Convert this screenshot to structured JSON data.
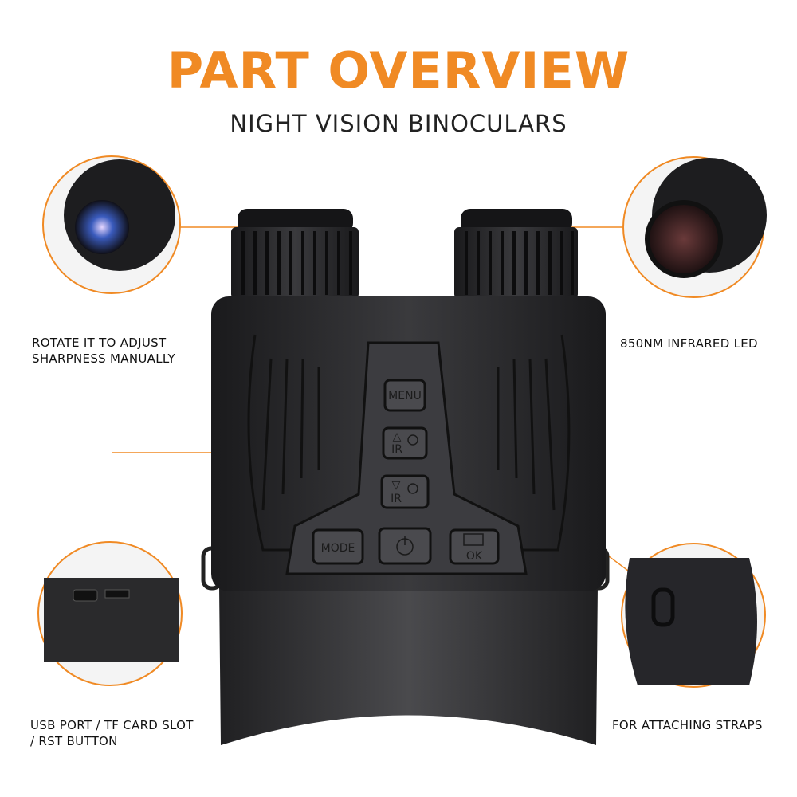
{
  "header": {
    "title": "PART OVERVIEW",
    "subtitle": "NIGHT VISION BINOCULARS"
  },
  "callouts": {
    "focus_ring": {
      "line1": "ROTATE IT TO ADJUST",
      "line2": "SHARPNESS MANUALLY"
    },
    "infrared_led": {
      "line1": "850NM INFRARED LED"
    },
    "ports": {
      "line1": "USB PORT / TF CARD SLOT",
      "line2": "/ RST BUTTON"
    },
    "strap": {
      "line1": "FOR ATTACHING STRAPS"
    }
  },
  "device_buttons": {
    "menu": "MENU",
    "zoom_in": "IR",
    "zoom_out": "IR",
    "mode": "MODE",
    "ok": "OK"
  },
  "colors": {
    "accent": "#f08a24",
    "body": "#2a2a2c"
  }
}
